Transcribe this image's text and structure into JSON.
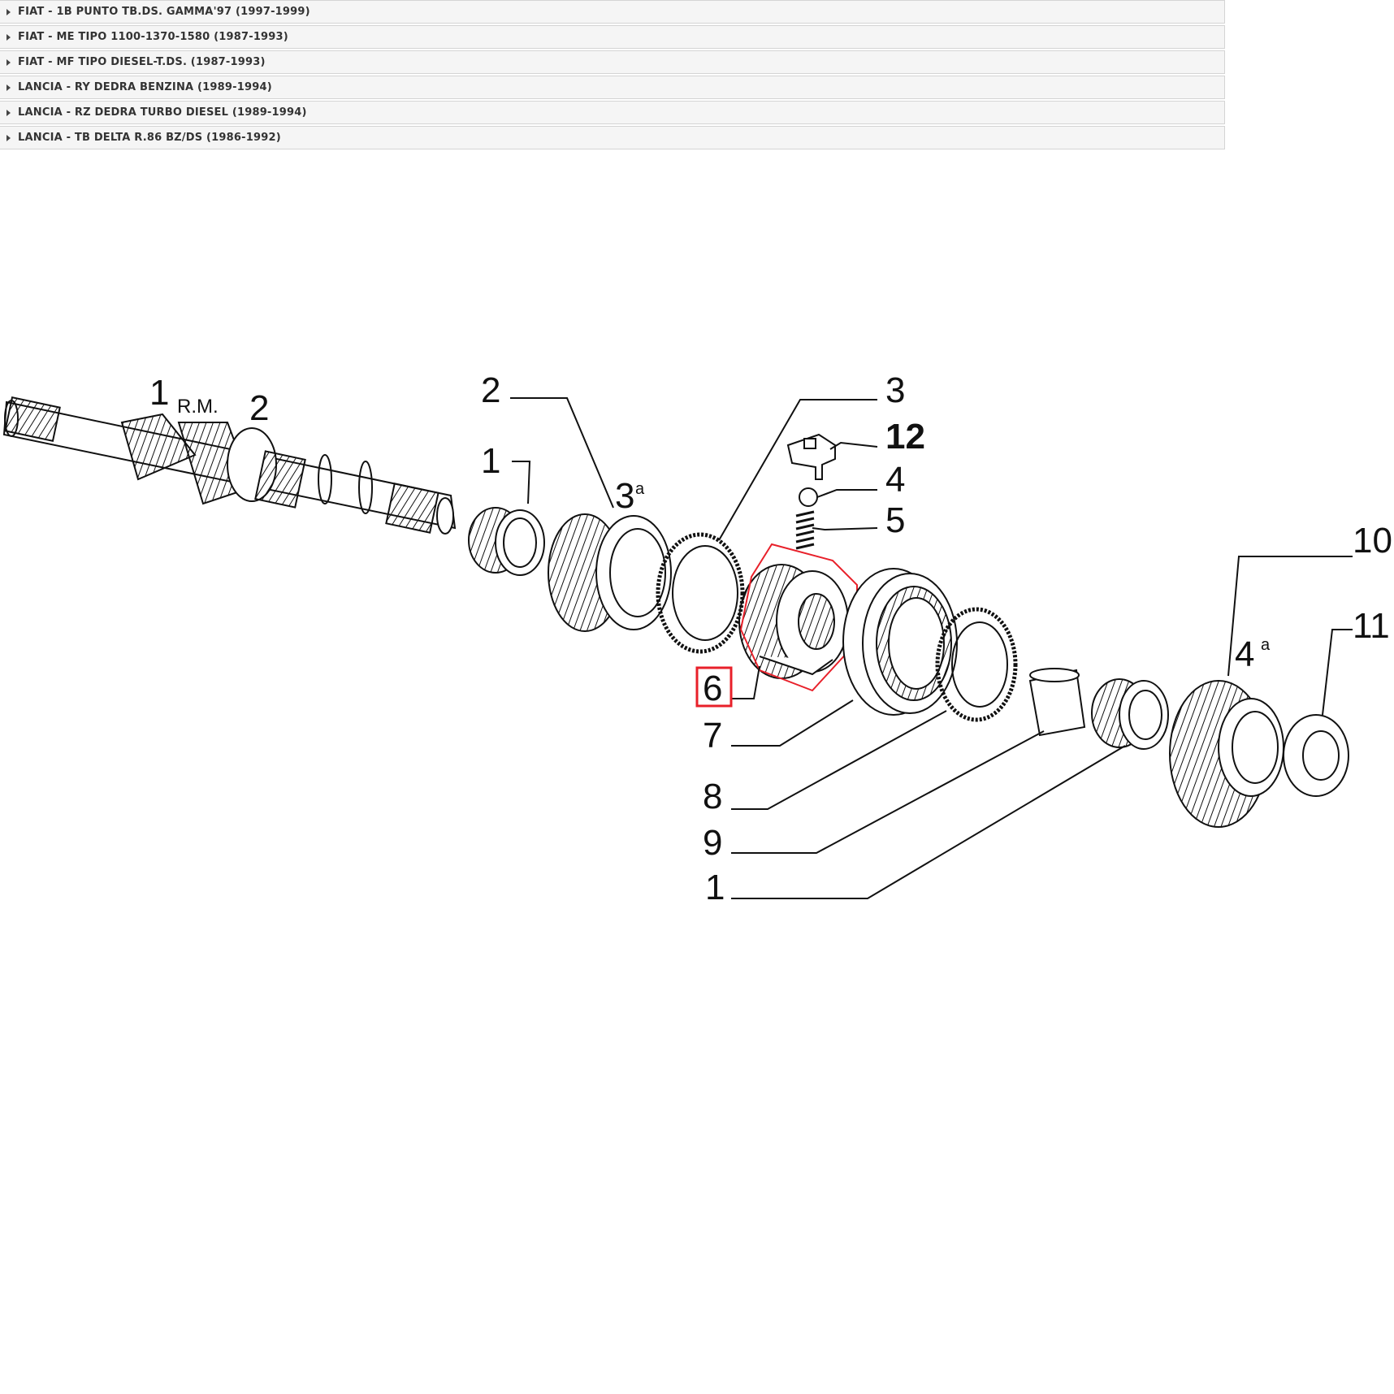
{
  "models": [
    {
      "label": "FIAT - 1B PUNTO TB.DS. GAMMA'97 (1997-1999)"
    },
    {
      "label": "FIAT - ME TIPO 1100-1370-1580 (1987-1993)"
    },
    {
      "label": "FIAT - MF TIPO DIESEL-T.DS. (1987-1993)"
    },
    {
      "label": "LANCIA - RY DEDRA BENZINA (1989-1994)"
    },
    {
      "label": "LANCIA - RZ DEDRA TURBO DIESEL (1989-1994)"
    },
    {
      "label": "LANCIA - TB DELTA R.86 BZ/DS (1986-1992)"
    }
  ],
  "diagram": {
    "callouts": {
      "shaft_1": "1",
      "shaft_rm": "R.M.",
      "shaft_2": "2",
      "bearing_1": "1",
      "gear_2": "2",
      "gear_3a": "3",
      "gear_3a_sup": "a",
      "ring_3": "3",
      "key_12": "12",
      "ball_4": "4",
      "spring_5": "5",
      "hub_6": "6",
      "sleeve_7": "7",
      "ring_8": "8",
      "bush_9": "9",
      "bearing_1b": "1",
      "gear_10": "10",
      "gear_4a": "4",
      "gear_4a_sup": "a",
      "washer_11": "11"
    },
    "highlight_color": "#e8202a"
  }
}
